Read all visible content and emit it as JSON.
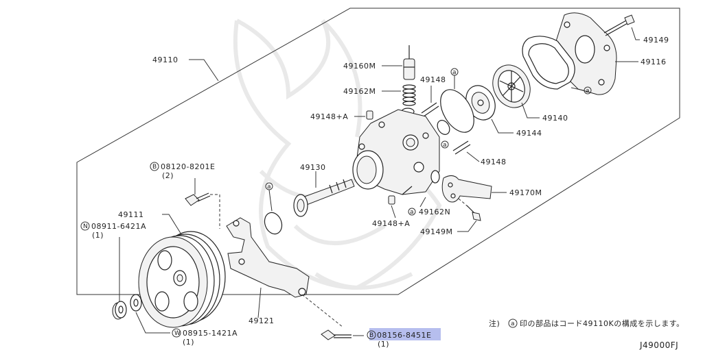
{
  "parts": {
    "p49110": "49110",
    "p49149": "49149",
    "p49116": "49116",
    "p49160M": "49160M",
    "p49162M": "49162M",
    "p49148_top": "49148",
    "p49148A_top": "49148+A",
    "p49140": "49140",
    "p49144": "49144",
    "p49148_mid": "49148",
    "p08120": "08120-8201E",
    "p08120_qty": "(2)",
    "p08120_prefix": "B",
    "p49130": "49130",
    "p49170M": "49170M",
    "p49111": "49111",
    "p08911": "08911-6421A",
    "p08911_qty": "(1)",
    "p08911_prefix": "N",
    "p49162N": "49162N",
    "p49148A_bot": "49148+A",
    "p49149M": "49149M",
    "p49121": "49121",
    "p08915": "08915-1421A",
    "p08915_qty": "(1)",
    "p08915_prefix": "W",
    "p08156": "08156-8451E",
    "p08156_qty": "(1)",
    "p08156_prefix": "B",
    "marker_a": "a"
  },
  "note": {
    "prefix": "注)",
    "marker": "a",
    "text": "印の部品はコード49110Kの構成を示します。"
  },
  "diagram_code": "J49000FJ",
  "colors": {
    "highlight": "#9da8e8",
    "line": "#333333"
  }
}
